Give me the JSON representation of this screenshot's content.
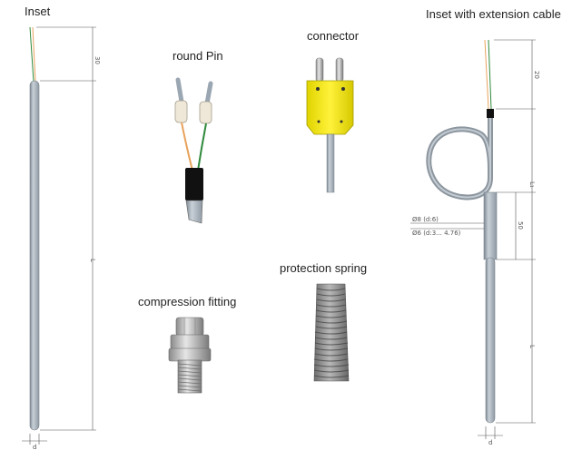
{
  "labels": {
    "inset": "Inset",
    "inset_ext": "Inset with extension cable",
    "round_pin": "round Pin",
    "connector": "connector",
    "compression_fitting": "compression fitting",
    "protection_spring": "protection spring"
  },
  "dims": {
    "inset_top": "30",
    "inset_length": "L",
    "inset_dia": "d",
    "ext_top": "20",
    "ext_cable": "L₁",
    "ext_sleeve": "50",
    "ext_d1": "Ø8 (d:6)",
    "ext_d2": "Ø6 (d:3... 4.76)",
    "ext_length": "L",
    "ext_dia": "d"
  },
  "colors": {
    "tube": "#a9b3bc",
    "connector_yellow": "#f2e600",
    "wire_green": "#2f8a3c",
    "wire_orange": "#e7a35d"
  }
}
